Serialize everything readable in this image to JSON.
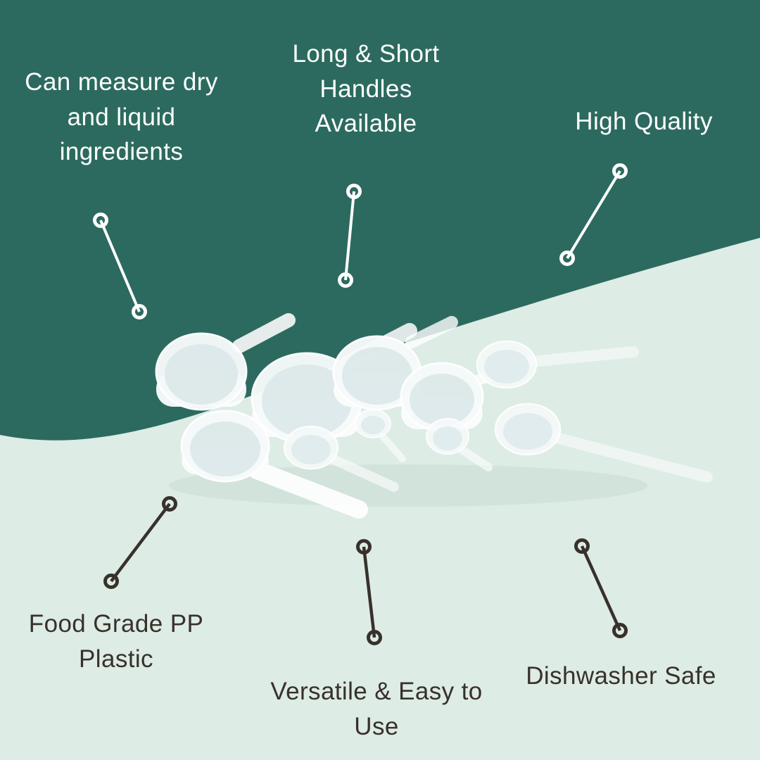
{
  "colors": {
    "teal": "#2c6a5f",
    "light": "#ddece5",
    "dark": "#38312b",
    "white": "#ffffff"
  },
  "callouts": {
    "measure": {
      "lines": [
        "Can measure dry",
        "and liquid",
        "ingredients"
      ]
    },
    "handles": {
      "lines": [
        "Long & Short",
        "Handles",
        "Available"
      ]
    },
    "quality": {
      "lines": [
        "High Quality"
      ]
    },
    "food_grade": {
      "lines": [
        "Food Grade PP",
        "Plastic"
      ]
    },
    "versatile": {
      "lines": [
        "Versatile & Easy to",
        "Use"
      ]
    },
    "dishwasher": {
      "lines": [
        "Dishwasher Safe"
      ]
    }
  },
  "product": {
    "alt": "Set of white translucent plastic measuring scoops and cups with long and short handles"
  },
  "icons": {
    "connector_marker": "ring-icon",
    "connector": "leader-line"
  }
}
